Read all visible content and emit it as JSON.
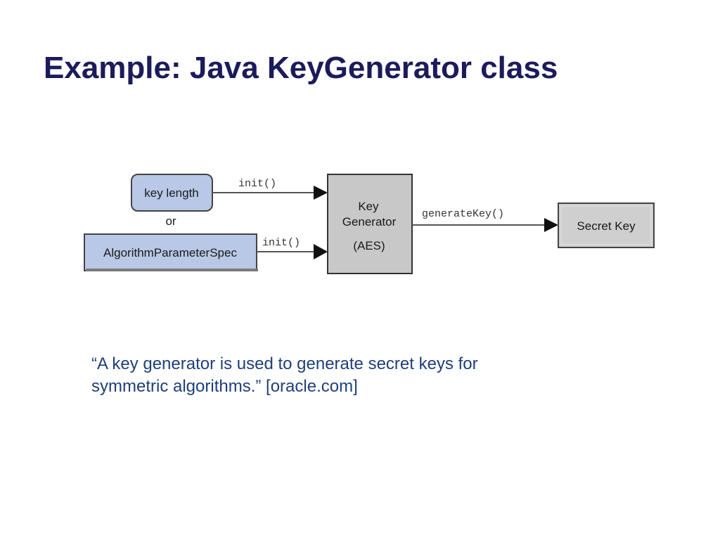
{
  "slide": {
    "title": "Example: Java KeyGenerator class"
  },
  "diagram": {
    "key_length_label": "key length",
    "or_label": "or",
    "algorithm_spec_label": "AlgorithmParameterSpec",
    "init_label_top": "init()",
    "init_label_bottom": "init()",
    "key_generator_line1": "Key",
    "key_generator_line2": "Generator",
    "key_generator_line3": "(AES)",
    "generate_key_label": "generateKey()",
    "secret_key_label": "Secret Key",
    "colors": {
      "input_fill": "#b8c8e6",
      "generator_fill": "#c8c8c8",
      "output_fill": "#cfcfcf"
    }
  },
  "quote": {
    "line1": "“A key generator is used to generate secret keys for",
    "line2": "symmetric algorithms.”  [oracle.com]"
  }
}
